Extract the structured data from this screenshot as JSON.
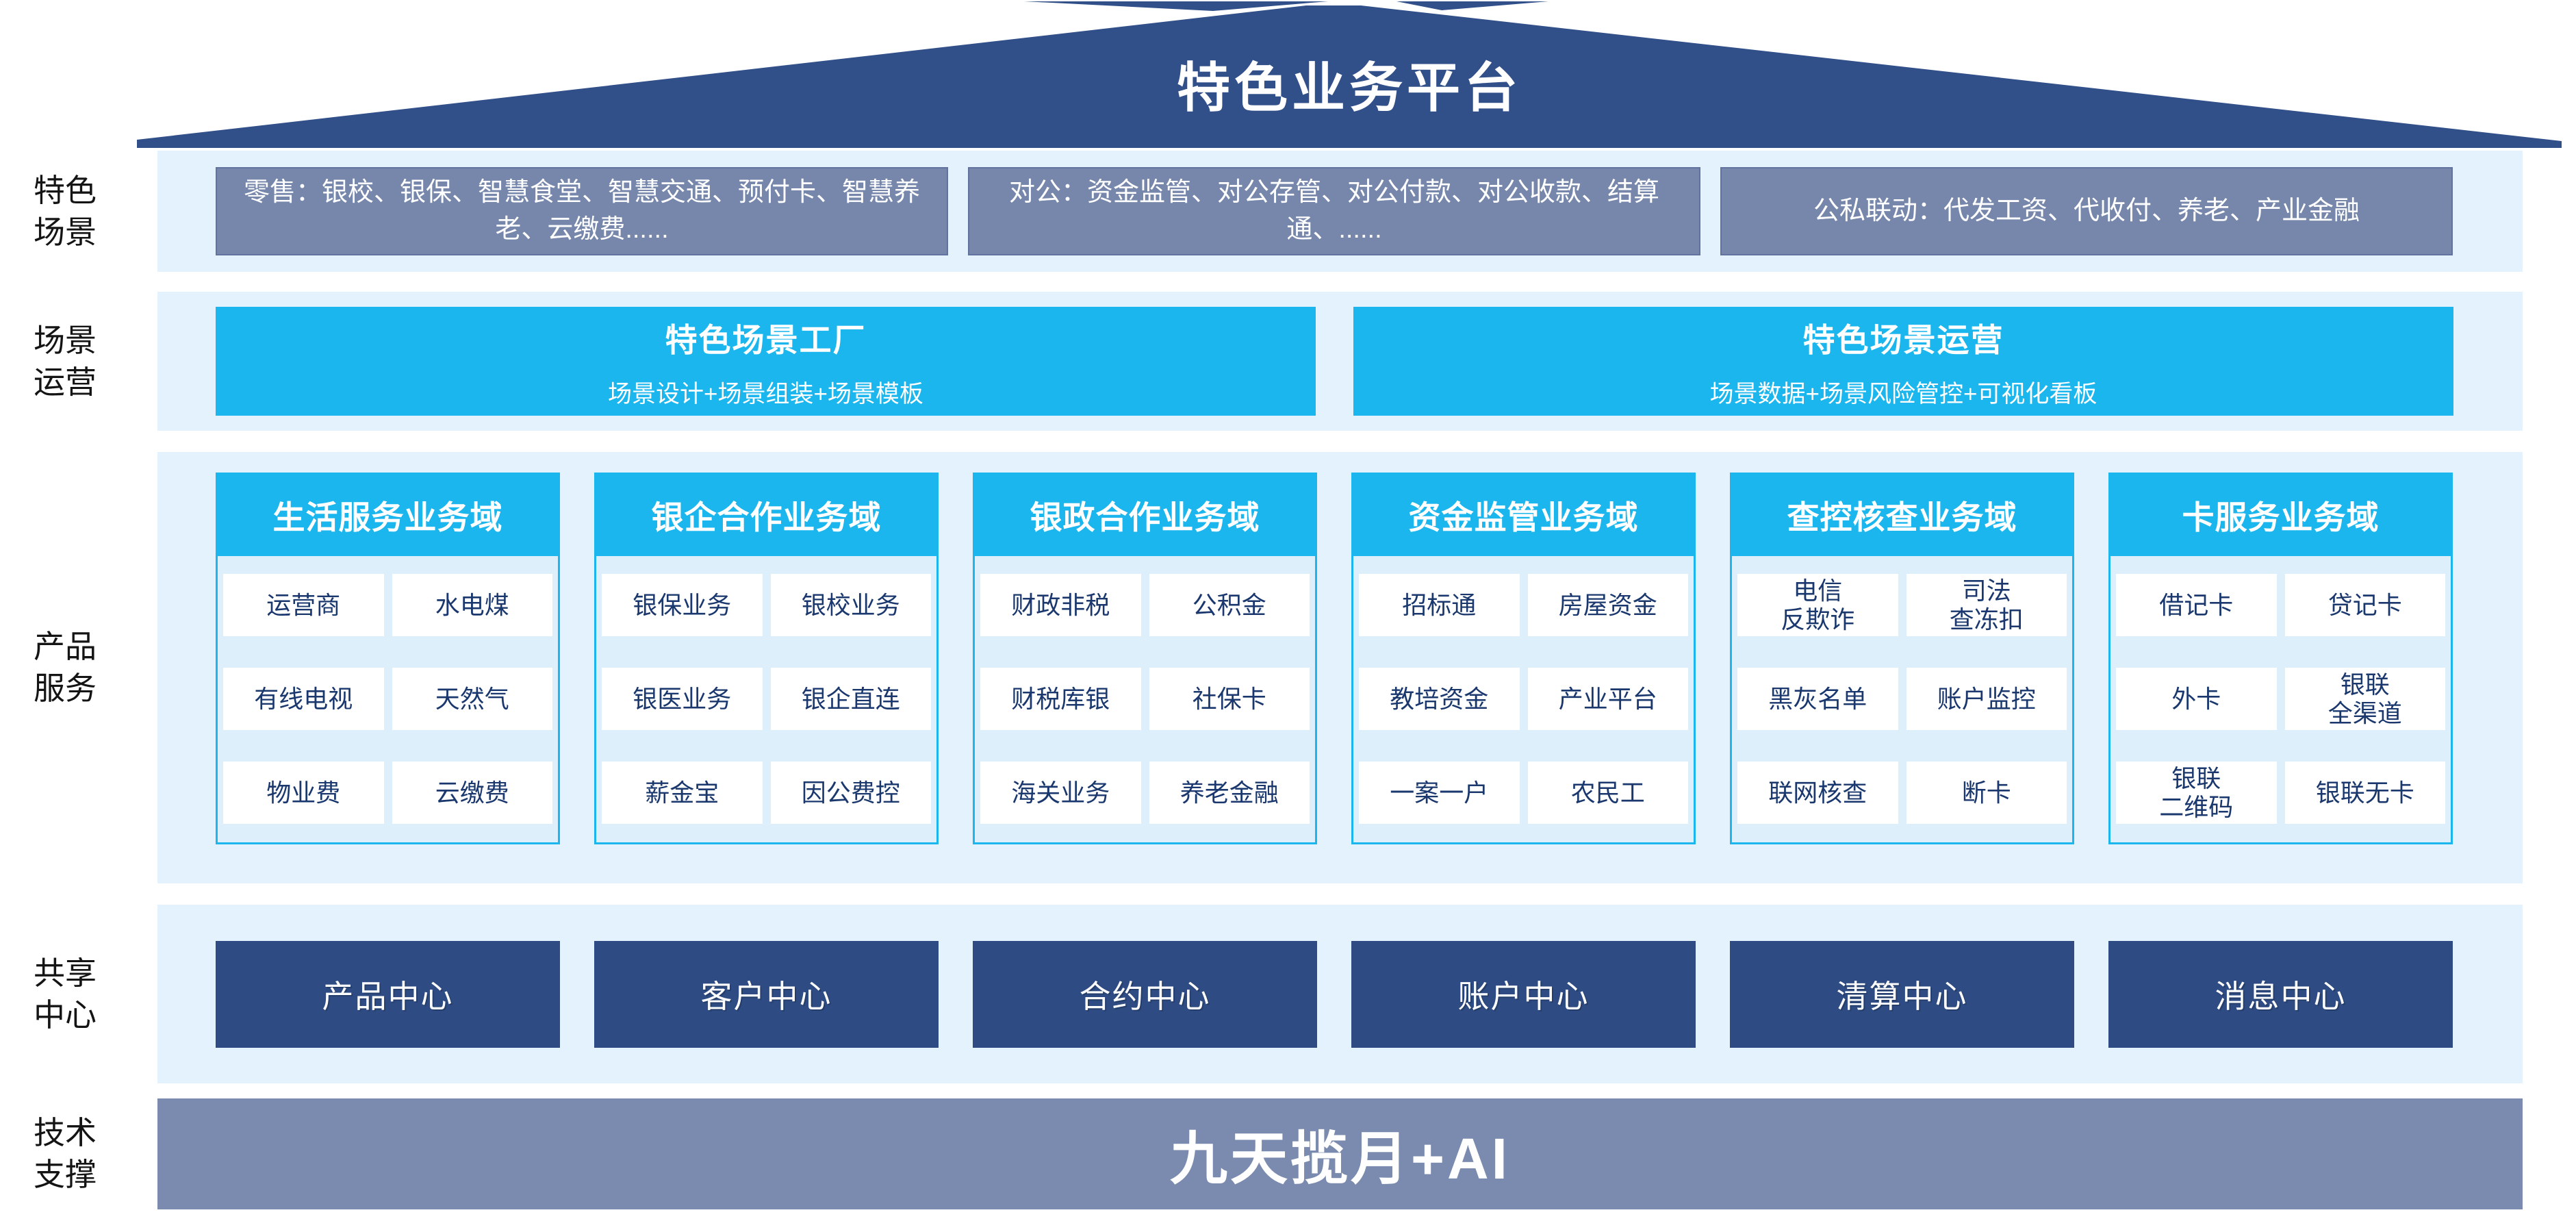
{
  "title": "特色业务平台",
  "colors": {
    "roof_navy": "#31508A",
    "scenario_gray": "#7687AB",
    "scenario_border": "#61739E",
    "cyan": "#1AB6ED",
    "band_blue": "#E3F2FC",
    "panel_blue": "#DCEFFA",
    "cell_text_navy": "#1A386E",
    "center_navy": "#2E4C83",
    "tech_slate": "#7B8BAF"
  },
  "scenarios": {
    "label": "特色\n场景",
    "boxes": [
      "零售：银校、银保、智慧食堂、智慧交通、预付卡、智慧养老、云缴费......",
      "对公：资金监管、对公存管、对公付款、对公收款、结算通、......",
      "公私联动：代发工资、代收付、养老、产业金融"
    ]
  },
  "operations": {
    "label": "场景\n运营",
    "boxes": [
      {
        "title": "特色场景工厂",
        "subtitle": "场景设计+场景组装+场景模板"
      },
      {
        "title": "特色场景运营",
        "subtitle": "场景数据+场景风险管控+可视化看板"
      }
    ]
  },
  "products": {
    "label": "产品\n服务",
    "columns": [
      {
        "header": "生活服务业务域",
        "cells": [
          "运营商",
          "水电煤",
          "有线电视",
          "天然气",
          "物业费",
          "云缴费"
        ]
      },
      {
        "header": "银企合作业务域",
        "cells": [
          "银保业务",
          "银校业务",
          "银医业务",
          "银企直连",
          "薪金宝",
          "因公费控"
        ]
      },
      {
        "header": "银政合作业务域",
        "cells": [
          "财政非税",
          "公积金",
          "财税库银",
          "社保卡",
          "海关业务",
          "养老金融"
        ]
      },
      {
        "header": "资金监管业务域",
        "cells": [
          "招标通",
          "房屋资金",
          "教培资金",
          "产业平台",
          "一案一户",
          "农民工"
        ]
      },
      {
        "header": "查控核查业务域",
        "cells": [
          "电信\n反欺诈",
          "司法\n查冻扣",
          "黑灰名单",
          "账户监控",
          "联网核查",
          "断卡"
        ]
      },
      {
        "header": "卡服务业务域",
        "cells": [
          "借记卡",
          "贷记卡",
          "外卡",
          "银联\n全渠道",
          "银联\n二维码",
          "银联无卡"
        ]
      }
    ]
  },
  "shared": {
    "label": "共享\n中心",
    "centers": [
      "产品中心",
      "客户中心",
      "合约中心",
      "账户中心",
      "清算中心",
      "消息中心"
    ]
  },
  "tech": {
    "label": "技术\n支撑",
    "platform": "九天揽月+AI"
  }
}
